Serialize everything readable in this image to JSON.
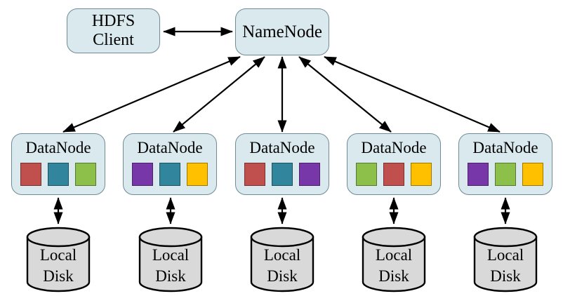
{
  "colors": {
    "node_fill": "#d9e9ee",
    "node_border": "#6f8b96",
    "disk_fill": "#d9d9d9",
    "arrow": "#000000",
    "blocks": {
      "red": "#c0504d",
      "teal": "#31859c",
      "green": "#8dc04b",
      "purple": "#7837a8",
      "yellow": "#ffc000"
    }
  },
  "client": {
    "label_line1": "HDFS",
    "label_line2": "Client"
  },
  "namenode": {
    "label": "NameNode"
  },
  "datanodes": [
    {
      "label": "DataNode",
      "blocks": [
        "red",
        "teal",
        "green"
      ]
    },
    {
      "label": "DataNode",
      "blocks": [
        "purple",
        "teal",
        "yellow"
      ]
    },
    {
      "label": "DataNode",
      "blocks": [
        "red",
        "teal",
        "purple"
      ]
    },
    {
      "label": "DataNode",
      "blocks": [
        "green",
        "red",
        "yellow"
      ]
    },
    {
      "label": "DataNode",
      "blocks": [
        "purple",
        "green",
        "yellow"
      ]
    }
  ],
  "disk": {
    "label_line1": "Local",
    "label_line2": "Disk"
  }
}
